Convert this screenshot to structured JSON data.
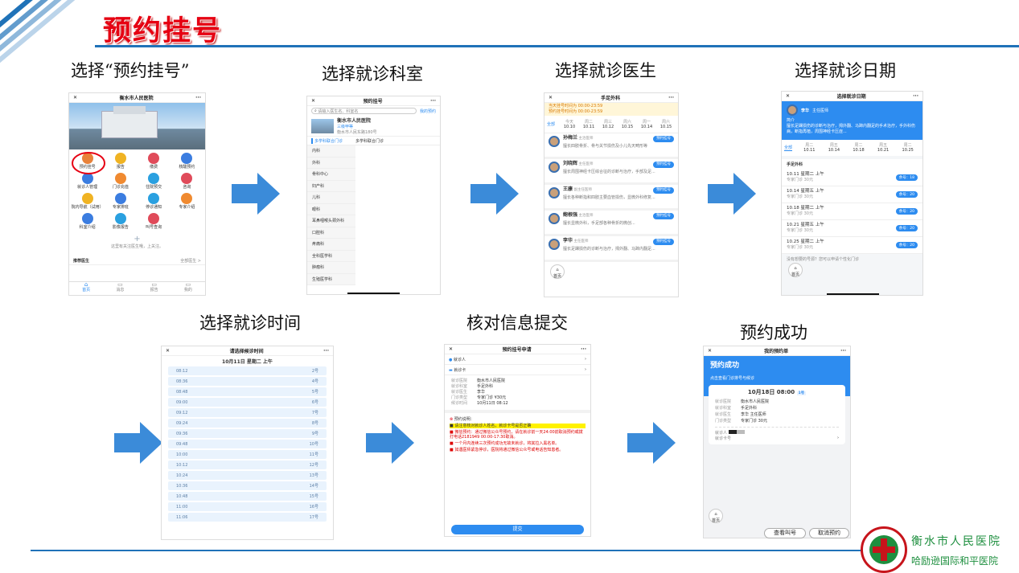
{
  "header": {
    "title": "预约挂号"
  },
  "steps": [
    "选择“预约挂号”",
    "选择就诊科室",
    "选择就诊医生",
    "选择就诊日期",
    "选择就诊时间",
    "核对信息提交",
    "预约成功"
  ],
  "phone1": {
    "title": "衡水市人民医院",
    "menu": "···",
    "icons": [
      [
        "预约挂号",
        "#e8823a"
      ],
      [
        "报告",
        "#f0b323"
      ],
      [
        "缴费",
        "#e04b5a"
      ],
      [
        "核酸预约",
        "#3b7de0"
      ],
      [
        "就诊人管理",
        "#3b7de0"
      ],
      [
        "门诊充值",
        "#f08a30"
      ],
      [
        "住院预交",
        "#2aa0e0"
      ],
      [
        "咨询",
        "#e04b5a"
      ],
      [
        "院内导航（试用）",
        "#f0b323"
      ],
      [
        "专家排班",
        "#3b7de0"
      ],
      [
        "停诊通知",
        "#2aa0e0"
      ],
      [
        "专家介绍",
        "#f08a30"
      ],
      [
        "科室介绍",
        "#3b7de0"
      ],
      [
        "影像报告",
        "#2aa0e0"
      ],
      [
        "叫号查询",
        "#e04b5a"
      ]
    ],
    "add_tip": "这里有关注医生哦，上关注。",
    "recommend": "推荐医生",
    "more": "全部医生 >",
    "nav": [
      "首页",
      "消息",
      "报告",
      "我的"
    ]
  },
  "phone2": {
    "title": "预约挂号",
    "search_placeholder": "请输入医生名、科室名",
    "my_appt": "我的预约",
    "hospital": "衡水市人民医院",
    "hospital_level": "三级甲等",
    "hospital_addr": "衡水市人民东路180号",
    "tabs": [
      "多学科联合门诊",
      "多学科联合门诊"
    ],
    "depts": [
      "内科",
      "外科",
      "骨科中心",
      "妇产科",
      "儿科",
      "眼科",
      "耳鼻咽喉头颈外科",
      "口腔科",
      "疼痛科",
      "全科医学科",
      "肿瘤科",
      "生殖医学科"
    ]
  },
  "phone3": {
    "title": "手足外科",
    "notice1": "当天挂号时间为 00:00-23:59",
    "notice2": "预约挂号时间为 00:00-23:59",
    "all": "全部",
    "days": [
      [
        "今天",
        "10.10"
      ],
      [
        "周二",
        "10.11"
      ],
      [
        "周三",
        "10.12"
      ],
      [
        "周六",
        "10.15"
      ],
      [
        "周一",
        "10.14"
      ],
      [
        "周六",
        "10.15"
      ]
    ],
    "doctors": [
      [
        "孙梅兰",
        "主治医师",
        "擅长四肢骨折、骨与关节损伤及小儿先天畸形等"
      ],
      [
        "刘晓辉",
        "主任医师",
        "擅长周围神经卡压综合征的诊断与治疗，手部及足..."
      ],
      [
        "王康",
        "副主任医师",
        "擅长各种断指和四肢主要血管损伤，显微外科修复..."
      ],
      [
        "鲍根强",
        "主治医师",
        "擅长显微外科，手足部各种骨折的微创..."
      ],
      [
        "李华",
        "主任医师",
        "擅长足踝损伤的诊断与治疗，拇外翻、马蹄内翻足..."
      ]
    ],
    "book": "预约挂号",
    "home": "首页"
  },
  "phone4": {
    "title": "选择就诊日期",
    "doctor": "李华",
    "doctor_title": "主任医师",
    "intro_label": "简介",
    "intro": "擅长足踝损伤的诊断与治疗，拇外翻、马蹄内翻足的手术治疗，手外科伤病，断指再植，周围神经卡压症...",
    "all": "全部",
    "days": [
      [
        "周二",
        "10.11"
      ],
      [
        "周五",
        "10.14"
      ],
      [
        "周二",
        "10.18"
      ],
      [
        "周五",
        "10.21"
      ],
      [
        "周二",
        "10.25"
      ]
    ],
    "dept": "手足外科",
    "slots": [
      [
        "10.11  星期二  上午",
        "余号：18"
      ],
      [
        "10.14  星期五  上午",
        "余号：20"
      ],
      [
        "10.18  星期二  上午",
        "余号：20"
      ],
      [
        "10.21  星期五  上午",
        "余号：20"
      ],
      [
        "10.25  星期二  上午",
        "余号：20"
      ]
    ],
    "slot_sub": "专家门诊  30元",
    "footnote": "没有想要的号源？您可以申请个性化门诊",
    "home": "首页"
  },
  "phone5": {
    "title": "请选择候诊时间",
    "date": "10月11日  星期二  上午",
    "times": [
      [
        "08:12",
        "2号"
      ],
      [
        "08:36",
        "4号"
      ],
      [
        "08:48",
        "5号"
      ],
      [
        "09:00",
        "6号"
      ],
      [
        "09:12",
        "7号"
      ],
      [
        "09:24",
        "8号"
      ],
      [
        "09:36",
        "9号"
      ],
      [
        "09:48",
        "10号"
      ],
      [
        "10:00",
        "11号"
      ],
      [
        "10:12",
        "12号"
      ],
      [
        "10:24",
        "13号"
      ],
      [
        "10:36",
        "14号"
      ],
      [
        "10:48",
        "15号"
      ],
      [
        "11:00",
        "16号"
      ],
      [
        "11:06",
        "17号"
      ]
    ]
  },
  "phone6": {
    "title": "预约挂号申请",
    "patient": "就诊人",
    "card": "就诊卡",
    "info": [
      [
        "就诊医院",
        "衡水市人民医院"
      ],
      [
        "就诊科室",
        "手足外科"
      ],
      [
        "就诊医生",
        "李华"
      ],
      [
        "门诊类型",
        "专家门诊  ¥30元"
      ],
      [
        "候诊时间",
        "10月11日  08:12"
      ]
    ],
    "tip_title": "预约说明：",
    "tips": [
      "请注意核对就诊人姓名，就诊卡号是否正确",
      "微信预约：通过微信公众号预约，请在就诊前一天24:00前取消预约或拨打电话2181949 00:00-17:30取消。",
      "一个月内连续三次预约成功无故未就诊，将其拉入黑名单。",
      "如遇医师紧急停诊，医院将通过微信公众号或电话告知患者。"
    ],
    "submit": "提交"
  },
  "phone7": {
    "title": "我的预约单",
    "banner": "预约成功",
    "banner_sub": "点击查看门诊排号与候诊",
    "date": "10月18日 08:00",
    "badge": "1号",
    "info": [
      [
        "就诊医院",
        "衡水市人民医院"
      ],
      [
        "就诊科室",
        "手足外科"
      ],
      [
        "就诊医生",
        "李华  主任医师"
      ],
      [
        "门诊类型",
        "专家门诊  30元"
      ]
    ],
    "patient_label": "就诊人",
    "card_label": "就诊卡号",
    "home": "首页",
    "btn_view": "查看叫号",
    "btn_cancel": "取消预约"
  },
  "logo": {
    "name1": "衡水市人民医院",
    "name2": "哈励逊国际和平医院"
  }
}
